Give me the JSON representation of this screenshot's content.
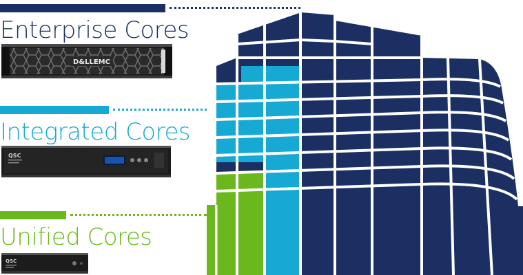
{
  "colors": {
    "navy": "#1b2f63",
    "cyan": "#16a9d4",
    "green": "#6ab81e",
    "white": "#ffffff"
  },
  "tiers": [
    {
      "title": "Enterprise Cores",
      "color": "#1b2f63",
      "device_icon": "dell-emc-server-icon",
      "device_badge": "D&LLEMC"
    },
    {
      "title": "Integrated Cores",
      "color": "#16a9d4",
      "device_icon": "qsc-integrated-core-icon",
      "device_badge": "QSC"
    },
    {
      "title": "Unified Cores",
      "color": "#6ab81e",
      "device_icon": "qsc-unified-core-icon",
      "device_badge": "QSC"
    }
  ]
}
